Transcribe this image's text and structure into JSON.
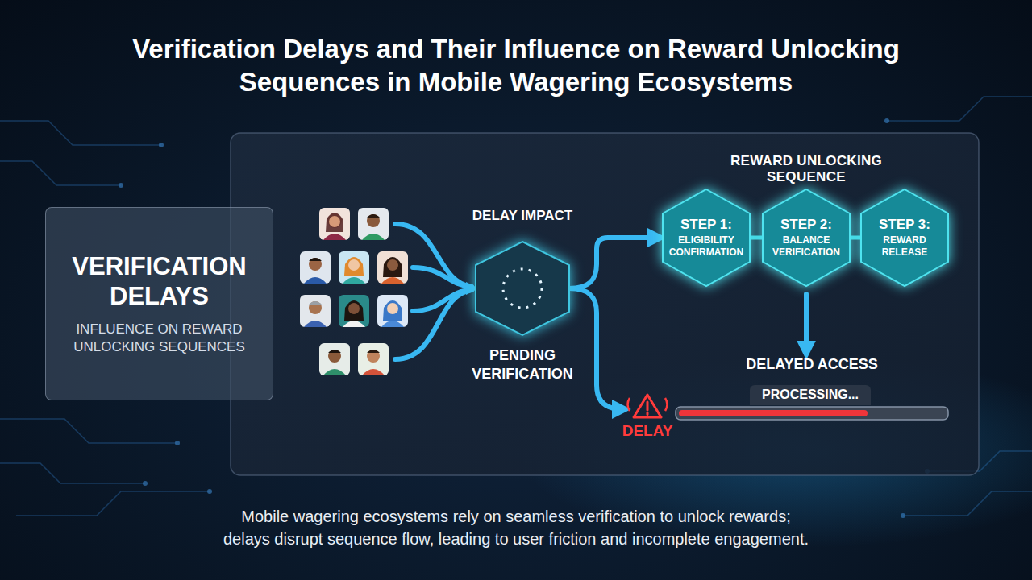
{
  "diagram": {
    "title": "Verification Delays and Their Influence on Reward Unlocking Sequences in Mobile Wagering Ecosystems",
    "caption": "Mobile wagering ecosystems rely on seamless verification to unlock rewards; delays disrupt sequence flow, leading to user friction and incomplete engagement.",
    "nodes": [
      {
        "text": [
          "VERIFICATION DELAYS",
          "INFLUENCE ON REWARD UNLOCKING SEQUENCES"
        ]
      },
      {
        "text": [
          "DELAY IMPACT",
          "PENDING VERIFICATION"
        ]
      },
      {
        "text": [
          "STEP 1:",
          "ELIGIBILITY CONFIRMATION"
        ]
      },
      {
        "text": [
          "STEP 2:",
          "BALANCE VERIFICATION"
        ]
      },
      {
        "text": [
          "STEP 3:",
          "REWARD RELEASE"
        ]
      },
      {
        "text": [
          "DELAYED ACCESS",
          "PROCESSING..."
        ]
      },
      {
        "text": [
          "DELAY"
        ]
      }
    ],
    "edges": [
      {
        "from": 1,
        "to": 2,
        "arrow": "to"
      },
      {
        "from": 1,
        "to": 6,
        "arrow": "to"
      },
      {
        "from": 2,
        "to": 3,
        "arrow": "none"
      },
      {
        "from": 3,
        "to": 4,
        "arrow": "none"
      },
      {
        "from": 3,
        "to": 5,
        "arrow": "to"
      }
    ],
    "labels": [
      "REWARD UNLOCKING SEQUENCE"
    ]
  }
}
